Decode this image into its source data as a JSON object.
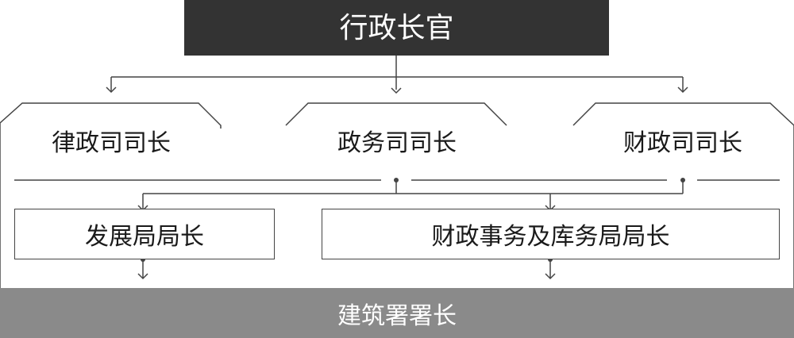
{
  "chief": {
    "title": "行政长官"
  },
  "secretaries": {
    "justice": "律政司司长",
    "admin": "政务司司长",
    "finance": "财政司司长"
  },
  "bureaus": {
    "development": "发展局局长",
    "financial_services_treasury": "财政事务及库务局局长"
  },
  "department": {
    "title": "建筑署署长"
  },
  "colors": {
    "top_box": "#333333",
    "bottom_bar": "#8a8a8a",
    "lines": "#444444",
    "text": "#1a1a1a"
  }
}
